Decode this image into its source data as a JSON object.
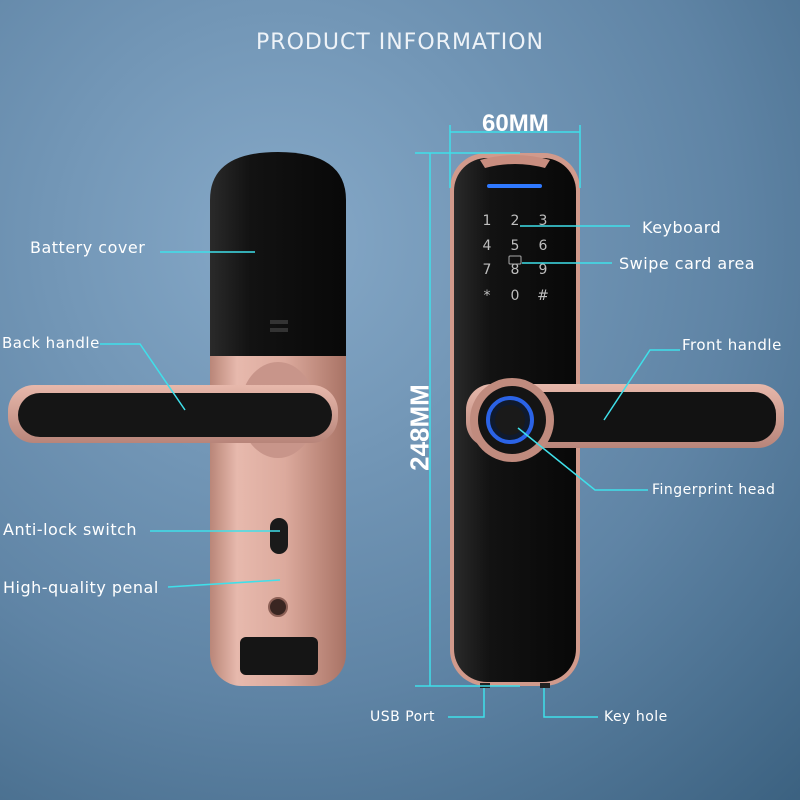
{
  "title": "PRODUCT INFORMATION",
  "dimensions": {
    "width": "60MM",
    "height": "248MM"
  },
  "labels": {
    "battery_cover": "Battery cover",
    "back_handle": "Back handle",
    "anti_lock_switch": "Anti-lock switch",
    "high_quality_panel": "High-quality penal",
    "keyboard": "Keyboard",
    "swipe_card_area": "Swipe card area",
    "front_handle": "Front handle",
    "fingerprint_head": "Fingerprint head",
    "usb_port": "USB Port",
    "key_hole": "Key hole"
  },
  "keypad": [
    "1",
    "2",
    "3",
    "4",
    "5",
    "6",
    "7",
    "8",
    "9",
    "*",
    "0",
    "#"
  ],
  "colors": {
    "background_top": "#7fa3c3",
    "background_bottom": "#3f6685",
    "body_black": "#151515",
    "rose_gold": "#d9a598",
    "leader_line": "#3fe0ea",
    "fingerprint_ring": "#2b63e6",
    "indicator": "#2f79ff"
  }
}
